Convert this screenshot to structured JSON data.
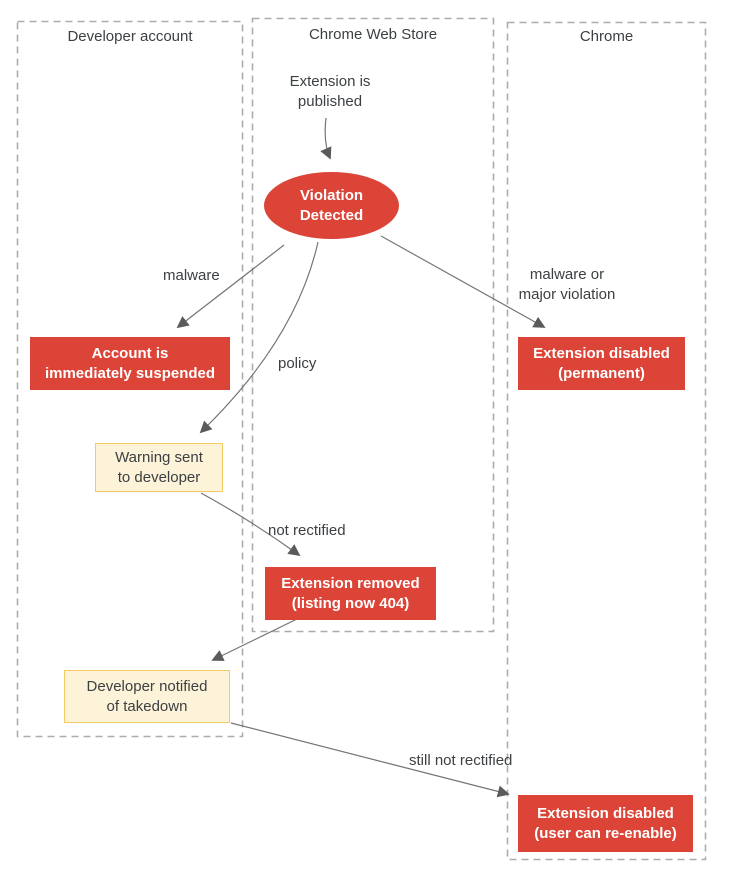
{
  "diagram": {
    "lanes": [
      {
        "id": "developer-account",
        "title": "Developer account"
      },
      {
        "id": "chrome-web-store",
        "title": "Chrome Web Store"
      },
      {
        "id": "chrome",
        "title": "Chrome"
      }
    ],
    "nodes": {
      "published": {
        "text": "Extension is\npublished",
        "type": "plain-text",
        "lane": "chrome-web-store"
      },
      "violation_detected": {
        "text": "Violation\nDetected",
        "type": "ellipse",
        "lane": "chrome-web-store"
      },
      "account_suspended": {
        "text": "Account is\nimmediately suspended",
        "type": "red-box",
        "lane": "developer-account"
      },
      "warning_sent": {
        "text": "Warning sent\nto developer",
        "type": "yellow-box",
        "lane": "developer-account"
      },
      "extension_removed": {
        "text": "Extension removed\n(listing now 404)",
        "type": "red-box",
        "lane": "chrome-web-store"
      },
      "developer_notified": {
        "text": "Developer notified\nof takedown",
        "type": "yellow-box",
        "lane": "developer-account"
      },
      "disabled_permanent": {
        "text": "Extension disabled\n(permanent)",
        "type": "red-box",
        "lane": "chrome"
      },
      "disabled_reenable": {
        "text": "Extension disabled\n(user can re-enable)",
        "type": "red-box",
        "lane": "chrome"
      }
    },
    "edge_labels": {
      "malware": "malware",
      "policy": "policy",
      "malware_major": "malware or\nmajor violation",
      "not_rectified": "not rectified",
      "still_not_rectified": "still not rectified"
    },
    "colors": {
      "red": "#DB4437",
      "yellow_fill": "#FCF3D8",
      "yellow_border": "#F2CC60",
      "text_dark": "#3C4043",
      "text_light": "#FFFFFF",
      "line": "#757575",
      "arrow": "#5B5B5B",
      "lane_border": "#ACACAC",
      "bg": "#FFFFFF"
    }
  }
}
